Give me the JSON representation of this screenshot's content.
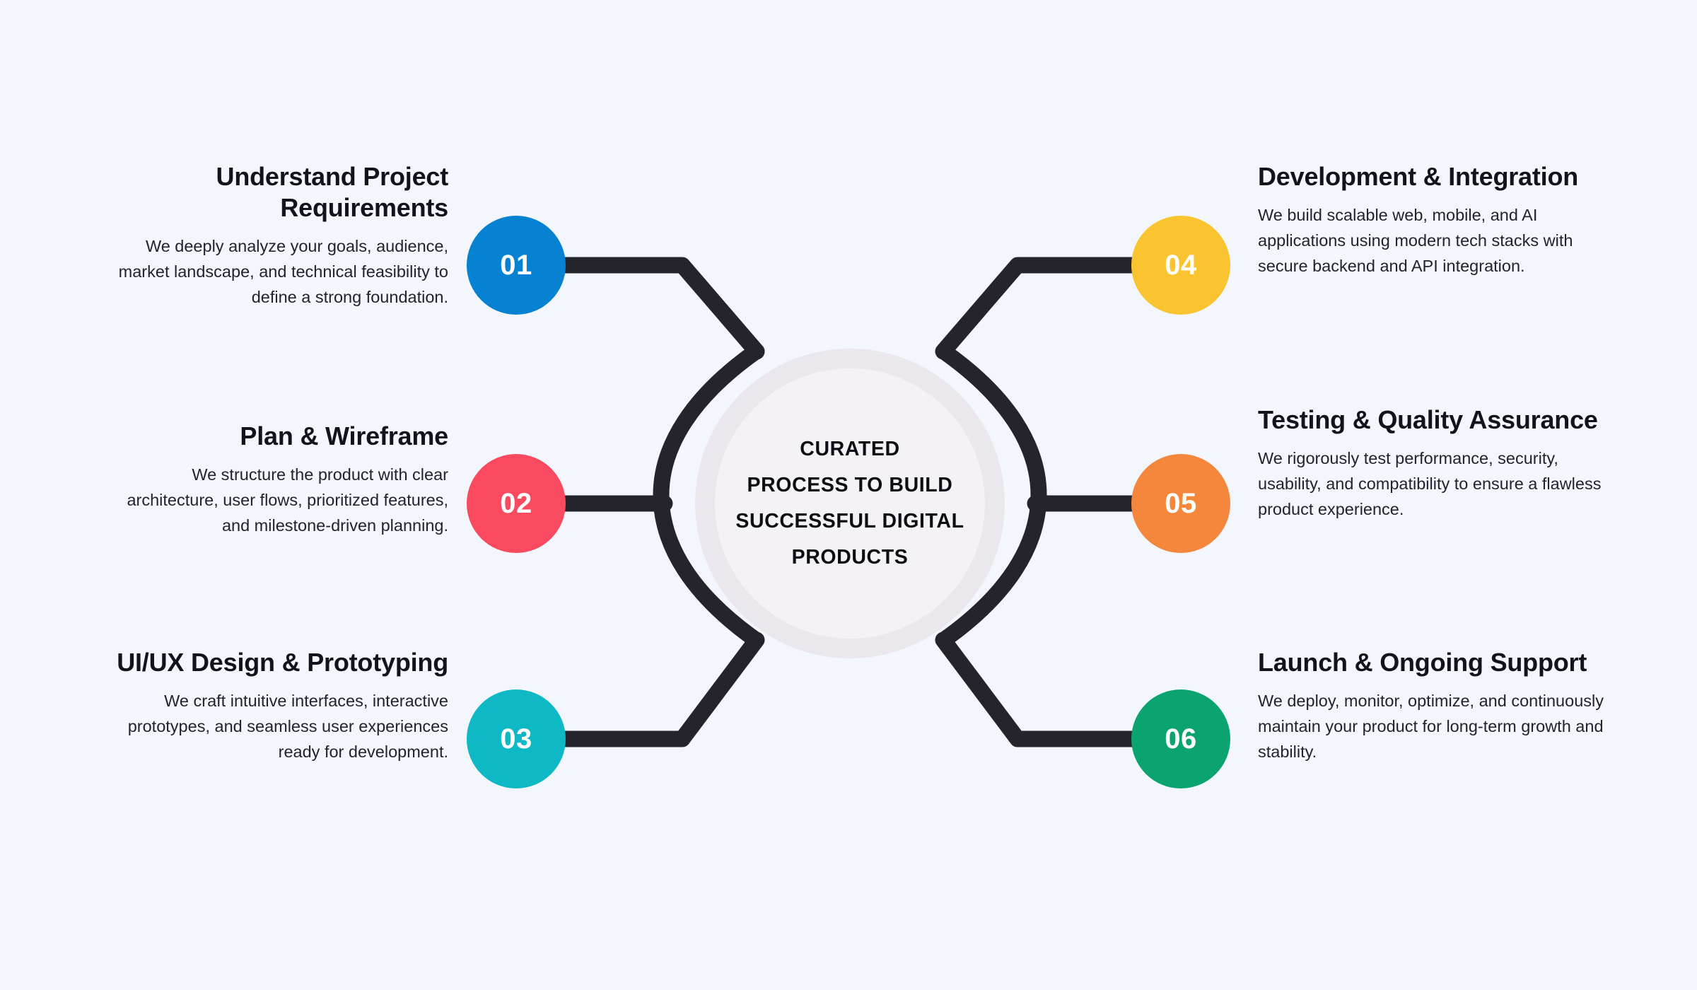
{
  "canvas": {
    "background_color": "#f3f7fd",
    "connector_color": "#25242c",
    "hub_outer_color": "#eae7ed",
    "hub_inner_color": "#f4f2f6"
  },
  "hub": {
    "lines": [
      "CURATED",
      "PROCESS TO BUILD",
      "SUCCESSFUL DIGITAL",
      "PRODUCTS"
    ]
  },
  "steps": [
    {
      "number": "01",
      "color": "#0781d1",
      "side": "left",
      "title": "Understand Project Requirements",
      "description": "We deeply analyze your goals, audience, market landscape, and technical feasibility to define a strong foundation."
    },
    {
      "number": "02",
      "color": "#fa4a5f",
      "side": "left",
      "title": "Plan & Wireframe",
      "description": "We structure the product with clear architecture, user flows, prioritized features, and milestone-driven planning."
    },
    {
      "number": "03",
      "color": "#0fb8c5",
      "side": "left",
      "title": "UI/UX Design & Prototyping",
      "description": "We craft intuitive interfaces, interactive prototypes, and seamless user experiences ready for development."
    },
    {
      "number": "04",
      "color": "#f9c430",
      "side": "right",
      "title": "Development & Integration",
      "description": "We build scalable web, mobile, and AI applications using modern tech stacks with secure backend and API integration."
    },
    {
      "number": "05",
      "color": "#f5873c",
      "side": "right",
      "title": "Testing & Quality Assurance",
      "description": "We rigorously test performance, security, usability, and compatibility to ensure a flawless product experience."
    },
    {
      "number": "06",
      "color": "#0ba370",
      "side": "right",
      "title": "Launch & Ongoing Support",
      "description": "We deploy, monitor, optimize, and continuously maintain your product for long-term growth and stability."
    }
  ]
}
